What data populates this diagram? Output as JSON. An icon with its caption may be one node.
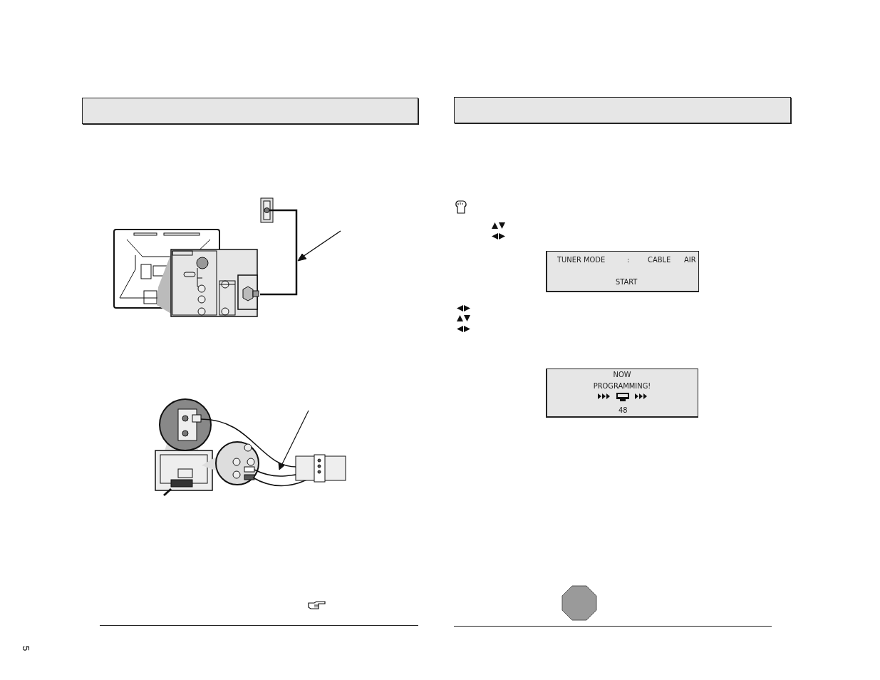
{
  "diagram": {
    "nodes": [
      {
        "text": [],
        "shape": "box"
      },
      {
        "text": [],
        "shape": "box"
      },
      {
        "text": [
          "TUNER MODE",
          ":",
          "CABLE",
          "AIR",
          "START"
        ]
      },
      {
        "text": [
          "NOW PROGRAMMING!",
          "48"
        ]
      },
      {
        "text": [],
        "shape": "octagon"
      }
    ],
    "labels": [
      "5"
    ]
  }
}
